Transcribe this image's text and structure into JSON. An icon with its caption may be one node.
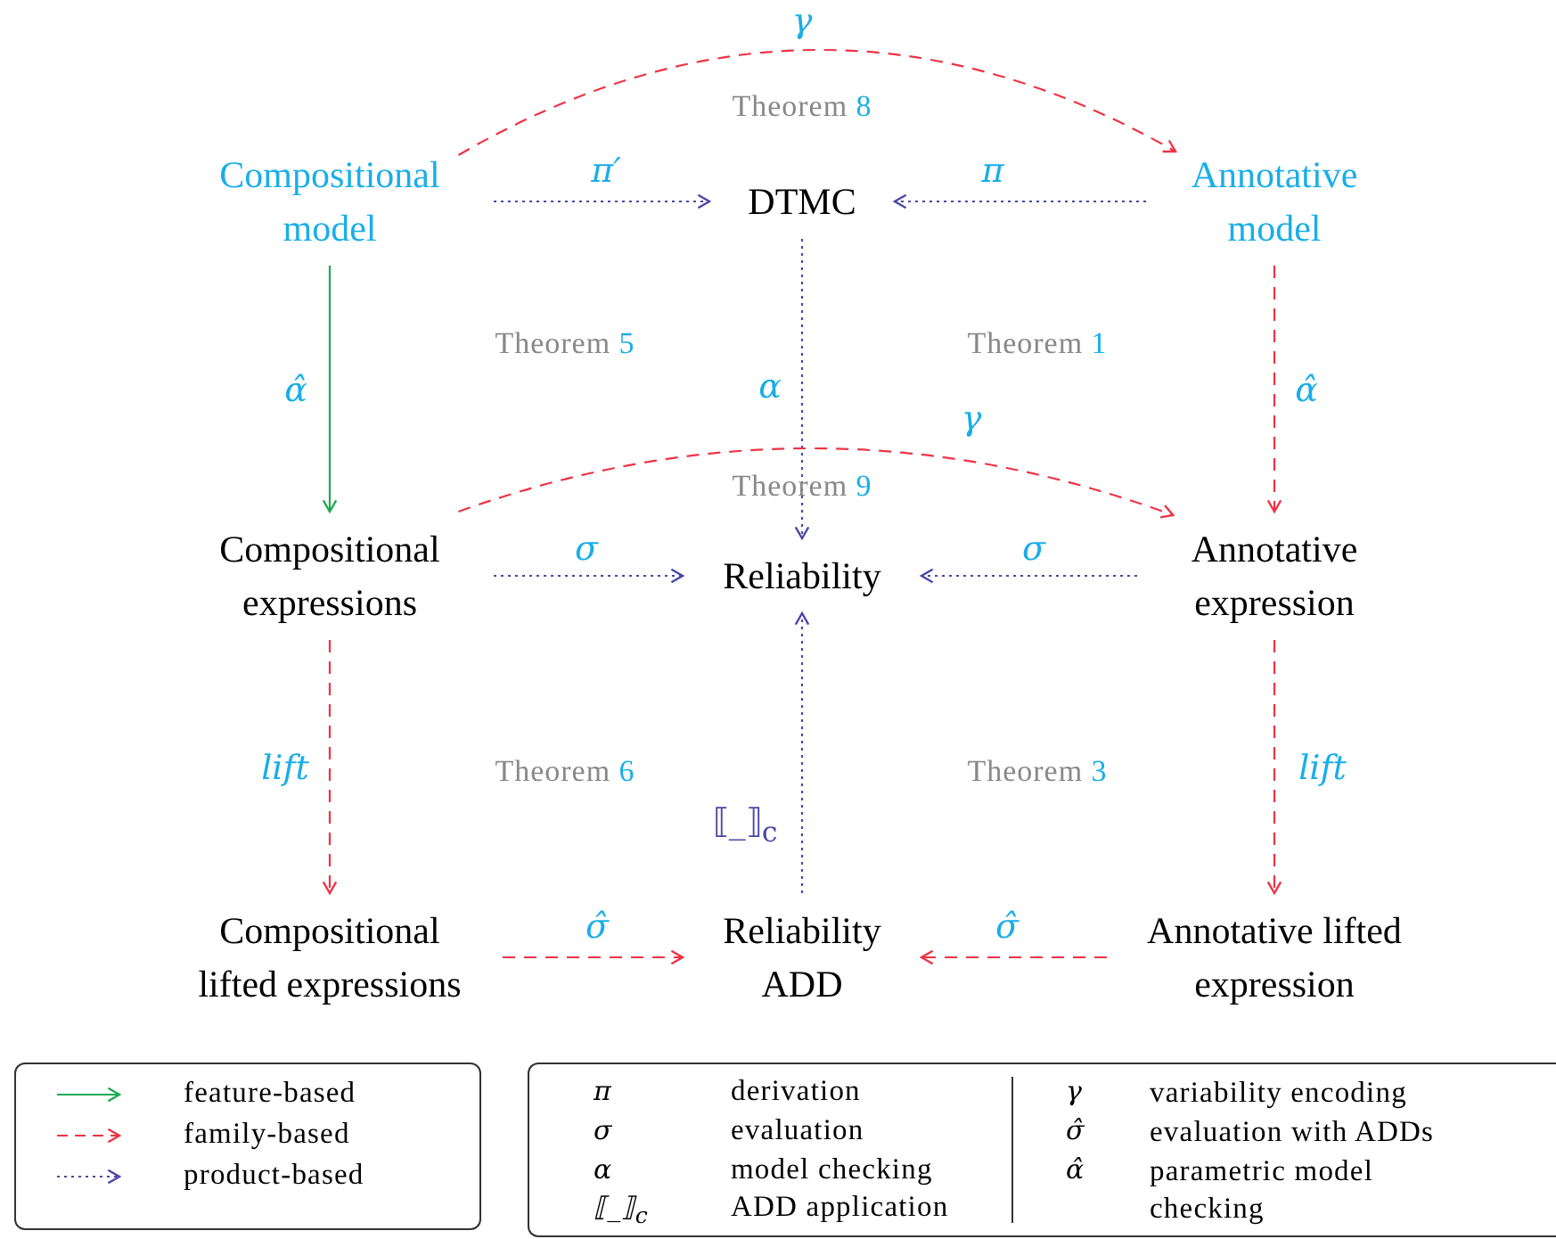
{
  "diagram": {
    "nodes": [
      {
        "text": [
          "Compositional model"
        ]
      },
      {
        "text": [
          "DTMC"
        ]
      },
      {
        "text": [
          "Annotative model"
        ]
      },
      {
        "text": [
          "Compositional expressions"
        ]
      },
      {
        "text": [
          "Reliability"
        ]
      },
      {
        "text": [
          "Annotative expression"
        ]
      },
      {
        "text": [
          "Compositional lifted expressions"
        ]
      },
      {
        "text": [
          "Reliability ADD"
        ]
      },
      {
        "text": [
          "Annotative lifted expression"
        ]
      }
    ],
    "edges": [
      {
        "from": 0,
        "to": 2,
        "arrow": "to",
        "label": "γ",
        "style": "dashed",
        "color": "#ee3344"
      },
      {
        "from": 0,
        "to": 1,
        "arrow": "to",
        "label": "π′",
        "style": "dashed",
        "color": "#4a46a8"
      },
      {
        "from": 2,
        "to": 1,
        "arrow": "to",
        "label": "π",
        "style": "dashed",
        "color": "#4a46a8"
      },
      {
        "from": 0,
        "to": 3,
        "arrow": "to",
        "label": "α̂",
        "color": "#1faa55"
      },
      {
        "from": 2,
        "to": 5,
        "arrow": "to",
        "label": "α̂",
        "style": "dashed",
        "color": "#ee3344"
      },
      {
        "from": 1,
        "to": 4,
        "arrow": "to",
        "label": "α",
        "style": "dashed",
        "color": "#4a46a8"
      },
      {
        "from": 3,
        "to": 5,
        "arrow": "to",
        "label": "γ",
        "style": "dashed",
        "color": "#ee3344"
      },
      {
        "from": 3,
        "to": 4,
        "arrow": "to",
        "label": "σ",
        "style": "dashed",
        "color": "#4a46a8"
      },
      {
        "from": 5,
        "to": 4,
        "arrow": "to",
        "label": "σ",
        "style": "dashed",
        "color": "#4a46a8"
      },
      {
        "from": 3,
        "to": 6,
        "arrow": "to",
        "label": "lift",
        "style": "dashed",
        "color": "#ee3344"
      },
      {
        "from": 5,
        "to": 8,
        "arrow": "to",
        "label": "lift",
        "style": "dashed",
        "color": "#ee3344"
      },
      {
        "from": 7,
        "to": 4,
        "arrow": "to",
        "label": "⟦_⟧$_{c}$",
        "style": "dashed",
        "color": "#4a46a8"
      },
      {
        "from": 6,
        "to": 7,
        "arrow": "to",
        "label": "σ̂",
        "style": "dashed",
        "color": "#ee3344"
      },
      {
        "from": 8,
        "to": 7,
        "arrow": "to",
        "label": "σ̂",
        "style": "dashed",
        "color": "#ee3344"
      }
    ],
    "labels": [
      "Theorem 8",
      "Theorem 5",
      "Theorem 1",
      "Theorem 9",
      "Theorem 6",
      "Theorem 3",
      "π",
      "derivation",
      "γ",
      "variability encoding",
      "σ",
      "evaluation",
      "σ̂",
      "evaluation with ADDs",
      "α",
      "model checking",
      "α̂",
      "parametric model checking",
      "⟦_⟧$_{c}$",
      "ADD application"
    ],
    "legend": [
      {
        "text": "feature-based"
      },
      {
        "text": "family-based"
      },
      {
        "text": "product-based"
      }
    ]
  }
}
